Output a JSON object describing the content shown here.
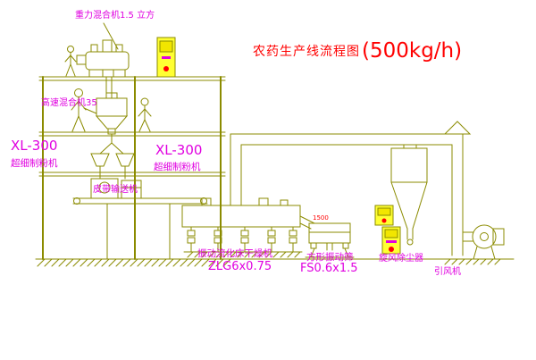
{
  "title": {
    "text": "农药生产线流程图",
    "capacity": "(500kg/h)"
  },
  "labels": {
    "gravity_mixer": "重力混合机1.5 立方",
    "high_speed_mixer": "高速混合机35",
    "mill_left": {
      "model": "XL-300",
      "name": "超细制粉机"
    },
    "mill_mid": {
      "model": "XL-300",
      "name": "超细制粉机"
    },
    "belt_conveyor": "皮带输送机",
    "dryer": {
      "name": "振动流化床干燥机",
      "model": "ZLG6x0.75"
    },
    "screen": {
      "name": "方形振动筛",
      "model": "FS0.6x1.5",
      "dim": "1500"
    },
    "cyclone": "旋风除尘器",
    "fan": "引风机"
  },
  "colors": {
    "line_olive": "#8b8b00",
    "label_magenta": "#e000e0",
    "title_red": "#ff0000",
    "cabinet_yellow": "#ffff33",
    "indicator_red": "#ff0000"
  }
}
